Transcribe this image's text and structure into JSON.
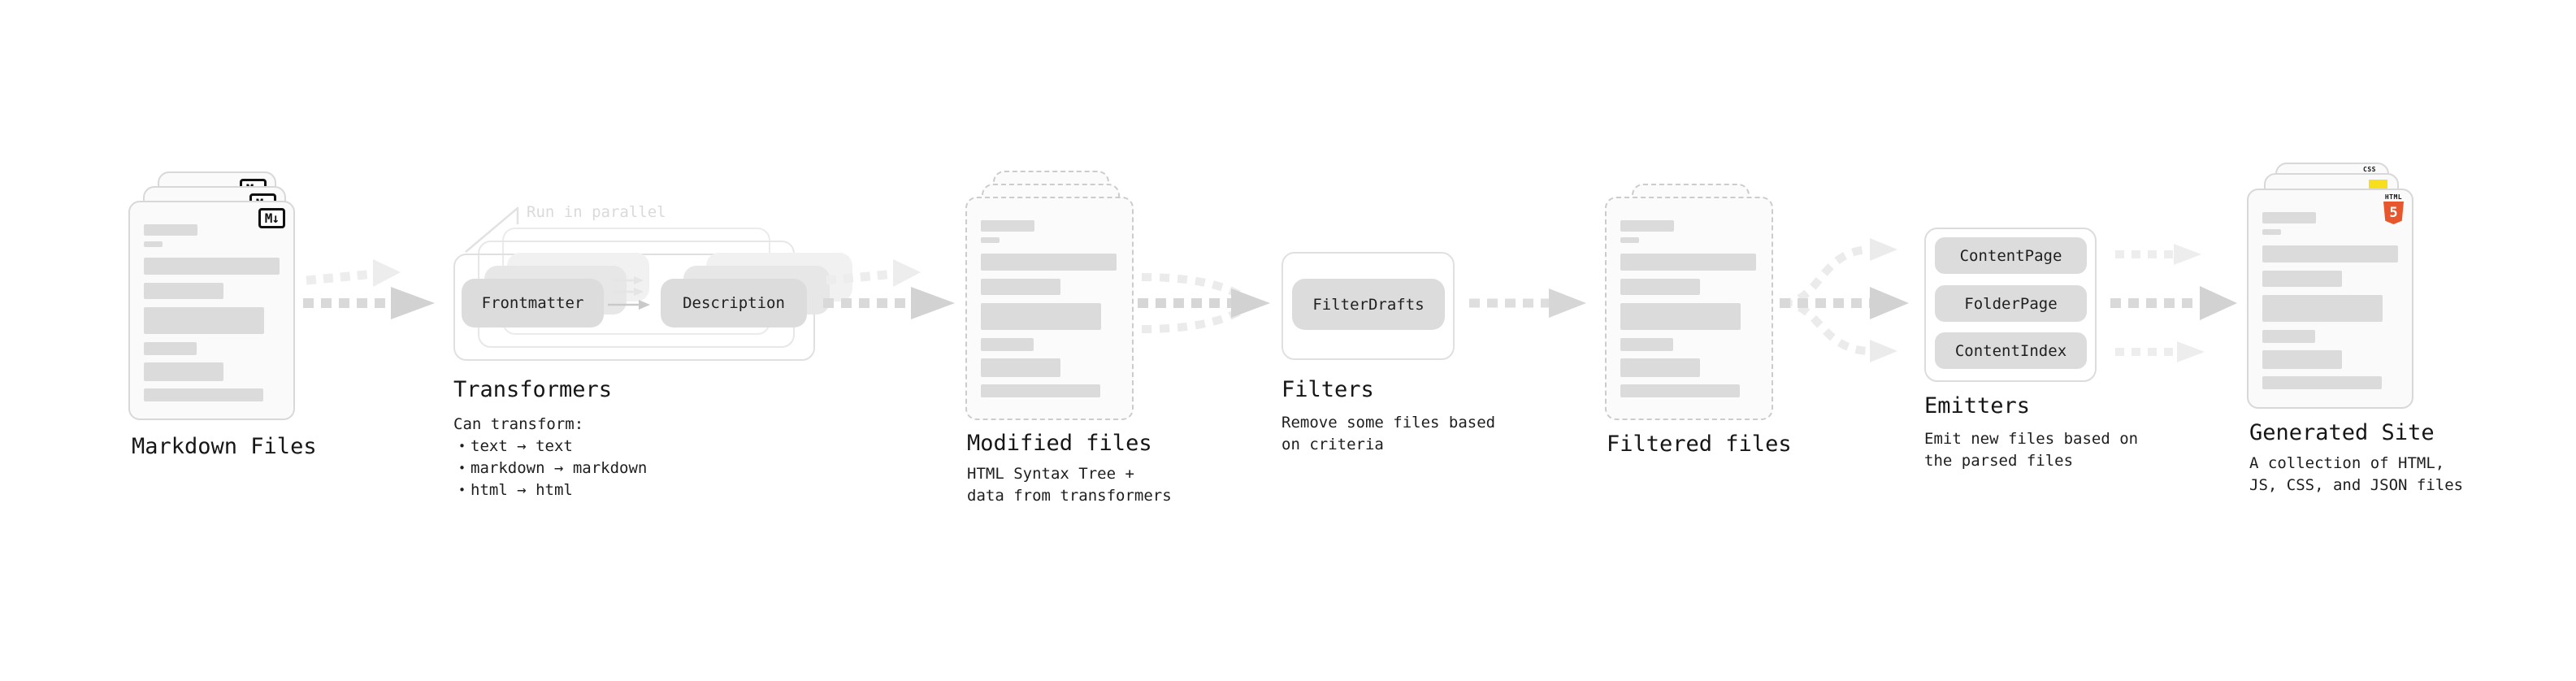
{
  "diagram": {
    "markdown_files": {
      "label": "Markdown Files",
      "badge": "M↓"
    },
    "transformers": {
      "heading": "Transformers",
      "annotation": "Run in parallel",
      "pill_left": "Frontmatter",
      "pill_right": "Description",
      "desc_title": "Can transform:",
      "bullets": [
        "text → text",
        "markdown → markdown",
        "html → html"
      ]
    },
    "modified_files": {
      "label": "Modified files",
      "desc_line1": "HTML Syntax Tree +",
      "desc_line2": "data from transformers"
    },
    "filters": {
      "heading": "Filters",
      "pill": "FilterDrafts",
      "desc_line1": "Remove some files based",
      "desc_line2": "on criteria"
    },
    "filtered_files": {
      "label": "Filtered files"
    },
    "emitters": {
      "heading": "Emitters",
      "pills": [
        "ContentPage",
        "FolderPage",
        "ContentIndex"
      ],
      "desc_line1": "Emit new files based on",
      "desc_line2": "the parsed files"
    },
    "generated_site": {
      "label": "Generated Site",
      "desc_line1": "A collection of HTML,",
      "desc_line2": "JS, CSS, and JSON files",
      "badge_css": "CSS",
      "badge_html_text": "HTML",
      "badge_html_number": "5"
    },
    "colors": {
      "css_blue": "#2962f5",
      "js_yellow": "#f7df1e",
      "html_orange": "#e8562e"
    }
  }
}
